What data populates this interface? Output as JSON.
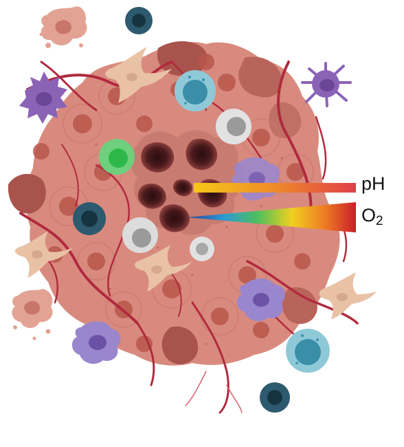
{
  "gradients": {
    "ph": {
      "label": "pH",
      "colors": [
        "#f6c818",
        "#ef8a2a",
        "#e0404a"
      ]
    },
    "o2": {
      "label_main": "O",
      "label_sub": "2",
      "colors": [
        "#2a3f9a",
        "#2c9ad2",
        "#4fbf5c",
        "#f0d020",
        "#ee7a24",
        "#c81e2a"
      ]
    }
  },
  "palette": {
    "tumor_cell": "#d98a7e",
    "tumor_cell_dark": "#a8544c",
    "tumor_nucleus": "#b9574c",
    "necrotic_core": "#3a1416",
    "vessel": "#b02a3e",
    "lymphocyte_dark": "#2d5a6e",
    "lymphocyte_teal": "#3a8ea8",
    "dendritic_purple": "#8b63b6",
    "macrophage_lavender": "#9a86cc",
    "fibroblast_tan": "#e9c2a6",
    "green_cell": "#2fb84a",
    "grey_cell": "#b4b4b4"
  }
}
